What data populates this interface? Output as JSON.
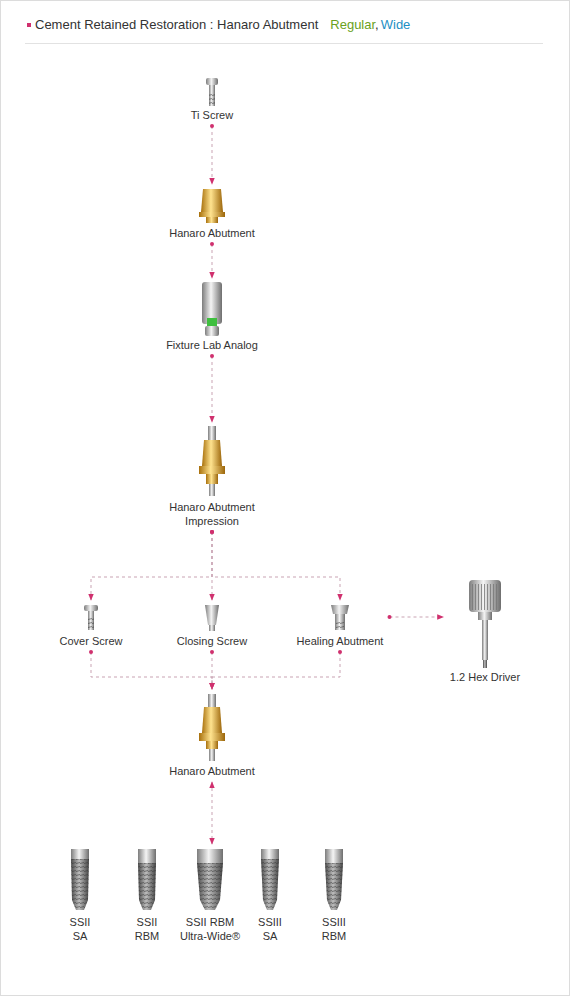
{
  "diagram": {
    "title": "Cement Retained Restoration : Hanaro Abutment",
    "nodes": [
      {
        "text": [
          "Ti Screw"
        ]
      },
      {
        "text": [
          "Hanaro Abutment"
        ]
      },
      {
        "text": [
          "Fixture Lab Analog"
        ]
      },
      {
        "text": [
          "Hanaro Abutment Impression"
        ]
      },
      {
        "text": [
          "Cover Screw"
        ]
      },
      {
        "text": [
          "Closing Screw"
        ]
      },
      {
        "text": [
          "Healing Abutment"
        ]
      },
      {
        "text": [
          "1.2 Hex Driver"
        ]
      },
      {
        "text": [
          "Hanaro Abutment"
        ]
      },
      {
        "text": [
          "SSII SA"
        ]
      },
      {
        "text": [
          "SSII RBM"
        ]
      },
      {
        "text": [
          "SSII RBM Ultra-Wide®"
        ]
      },
      {
        "text": [
          "SSIII SA"
        ]
      },
      {
        "text": [
          "SSIII RBM"
        ]
      }
    ],
    "edges": [
      {
        "from": 0,
        "to": 1,
        "arrow": "to"
      },
      {
        "from": 1,
        "to": 2,
        "arrow": "to"
      },
      {
        "from": 2,
        "to": 3,
        "arrow": "to"
      },
      {
        "from": 3,
        "to": 4,
        "arrow": "to"
      },
      {
        "from": 3,
        "to": 5,
        "arrow": "to"
      },
      {
        "from": 3,
        "to": 6,
        "arrow": "to"
      },
      {
        "from": 6,
        "to": 7,
        "arrow": "to"
      },
      {
        "from": 4,
        "to": 8,
        "arrow": "to"
      },
      {
        "from": 5,
        "to": 8,
        "arrow": "to"
      },
      {
        "from": 6,
        "to": 8,
        "arrow": "to"
      },
      {
        "from": 8,
        "to": 11,
        "arrow": "both"
      }
    ],
    "labels": [
      "Regular",
      ",",
      "Wide"
    ]
  }
}
